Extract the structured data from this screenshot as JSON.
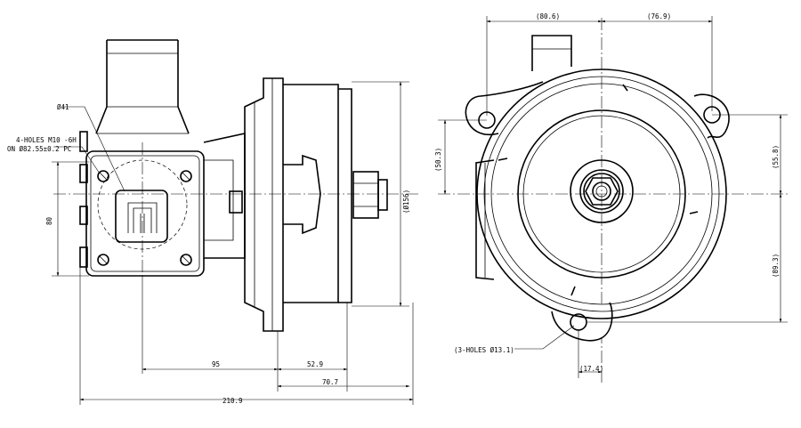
{
  "dimensions": {
    "d_41": "Ø41",
    "holes_note_line1": "4-HOLES M10 -6H",
    "holes_note_line2": "ON Ø82.55±0.2 PC",
    "d_80": "80",
    "d_95": "95",
    "d_52_9": "52.9",
    "d_70_7": "70.7",
    "d_210_9": "210.9",
    "d_156": "(Ø156)",
    "d_80_6": "(80.6)",
    "d_76_9": "(76.9)",
    "d_50_3": "(50.3)",
    "d_55_8": "(55.8)",
    "d_89_3": "(89.3)",
    "holes3_note": "(3-HOLES Ø13.1)",
    "d_17_4": "(17.4)"
  }
}
